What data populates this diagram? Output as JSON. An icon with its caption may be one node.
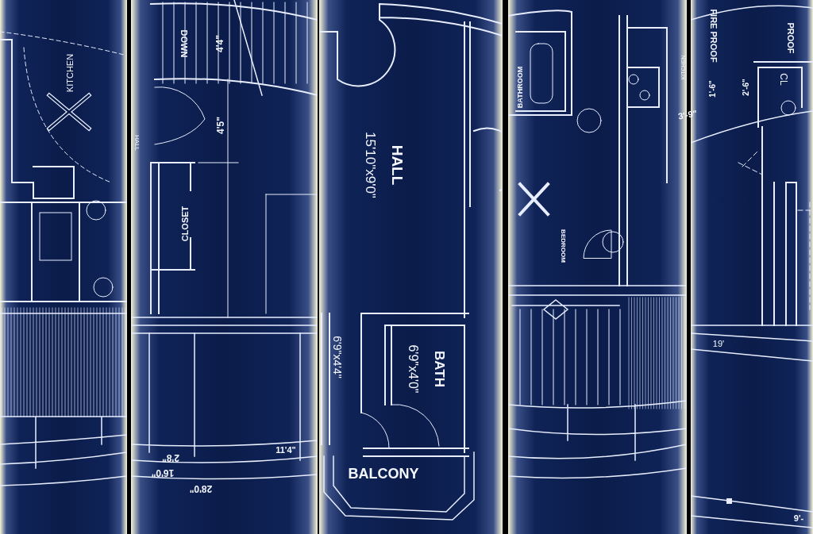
{
  "diagram": {
    "labels": [
      "KITCHEN",
      "DOWN",
      "4'4\"",
      "HALL",
      "4'5\"",
      "CLOSET",
      "HALL",
      "15'10\"x9'0\"",
      "BATHROOM",
      "KITCHEN",
      "FIRE PROOF",
      "PROOF",
      "CL",
      "2'-6\"",
      "1'-6\"",
      "3'-9\"",
      "BEDROOM",
      "6'9\"x4'4\"",
      "BATH",
      "6'9\"x4'0\"",
      "BALCONY",
      "11'4\"",
      "2'8\"",
      "16'0\"",
      "28'0\"",
      "19'",
      "9'-"
    ]
  }
}
